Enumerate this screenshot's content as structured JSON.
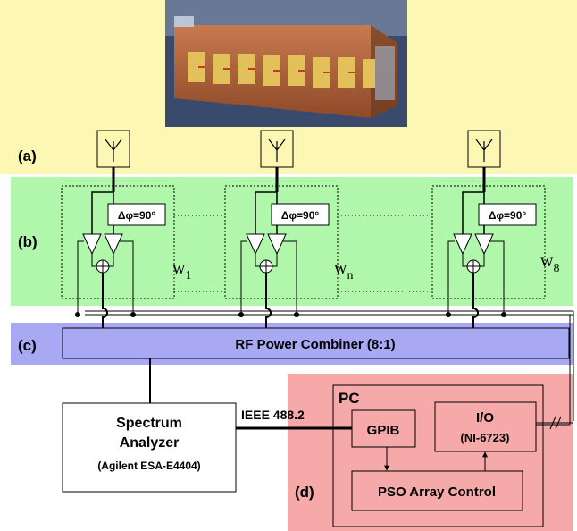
{
  "colors": {
    "band_a": "#fcf8b4",
    "band_b": "#b0f7ac",
    "band_c": "#a9a8f2",
    "band_d": "#f5a9a9",
    "photo_bg": "#3a4a6c",
    "copper": "#b8663e",
    "patch": "#e3c15a"
  },
  "labels": {
    "a": "(a)",
    "b": "(b)",
    "c": "(c)",
    "d": "(d)"
  },
  "phase_shifter": "Δφ=90°",
  "weights": [
    {
      "base": "w",
      "sub": "1"
    },
    {
      "base": "w",
      "sub": "n"
    },
    {
      "base": "w",
      "sub": "8"
    }
  ],
  "combiner": "RF Power Combiner (8:1)",
  "analyzer": {
    "line1": "Spectrum",
    "line2": "Analyzer",
    "line3": "(Agilent ESA-E4404)"
  },
  "bus_label": "IEEE 488.2",
  "pc": {
    "title": "PC",
    "gpib": "GPIB",
    "io": "I/O",
    "io_model": "(NI-6723)",
    "pso": "PSO Array Control"
  },
  "photo": {
    "icon": "antenna-array-photo"
  }
}
